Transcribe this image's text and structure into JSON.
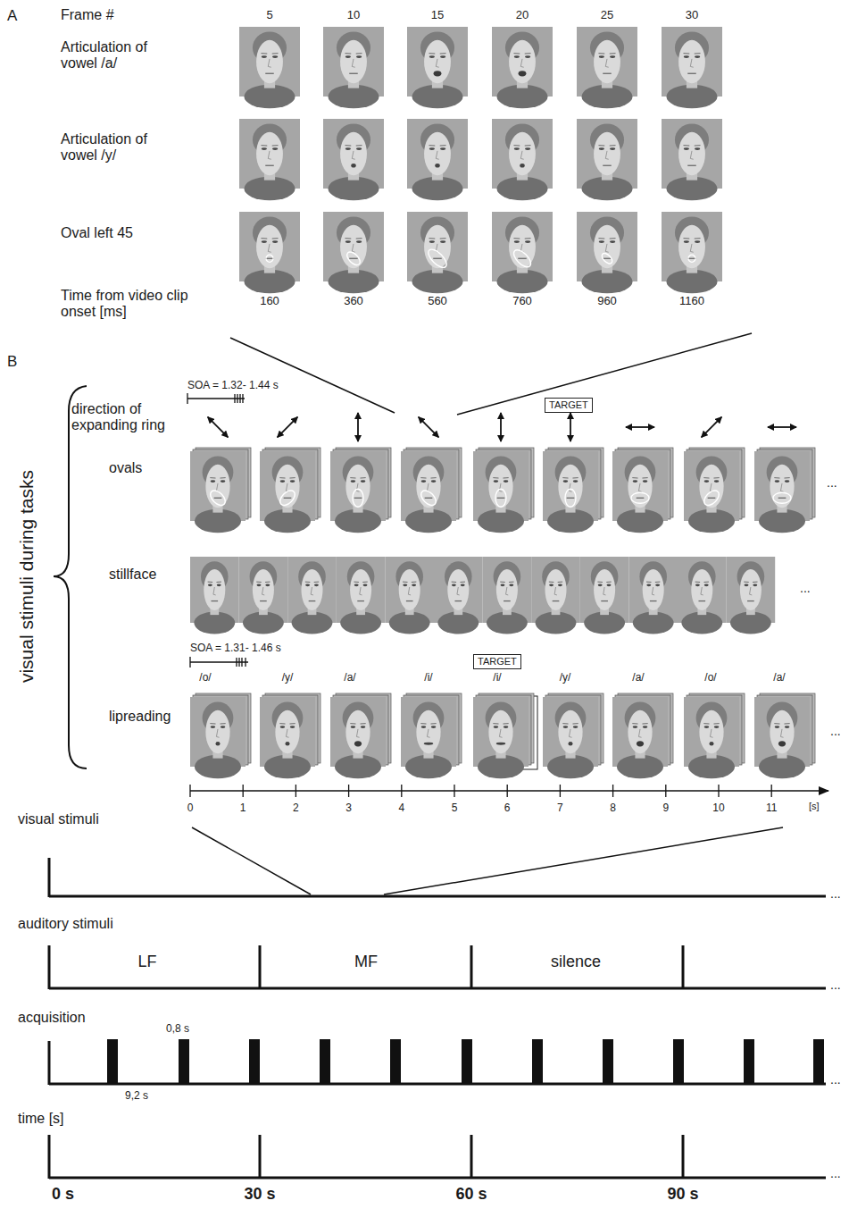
{
  "diagram": {
    "nodes": [
      {
        "text": [
          "TARGET"
        ]
      },
      {
        "text": [
          "TARGET"
        ]
      }
    ],
    "labels": [
      "A",
      "Frame #",
      "5",
      "10",
      "15",
      "20",
      "25",
      "30",
      "Articulation of vowel /a/",
      "Articulation of vowel /y/",
      "Oval left 45",
      "Time from video clip onset [ms]",
      "160",
      "360",
      "560",
      "760",
      "960",
      "1160",
      "B",
      "SOA = 1.32- 1.44 s",
      "direction of expanding ring",
      "ovals",
      "stillface",
      "SOA = 1.31- 1.46 s",
      "/o/",
      "/y/",
      "/a/",
      "/i/",
      "/i/",
      "/y/",
      "/a/",
      "/o/",
      "/a/",
      "lipreading",
      "visual stimuli during tasks",
      "0",
      "1",
      "2",
      "3",
      "4",
      "5",
      "6",
      "7",
      "8",
      "9",
      "10",
      "11",
      "[s]",
      "visual stimuli",
      "auditory stimuli",
      "LF",
      "MF",
      "silence",
      "acquisition",
      "0,8 s",
      "9,2 s",
      "time [s]",
      "0 s",
      "30 s",
      "60 s",
      "90 s",
      "...",
      "...",
      "...",
      "...",
      "...",
      "...",
      "..."
    ]
  }
}
